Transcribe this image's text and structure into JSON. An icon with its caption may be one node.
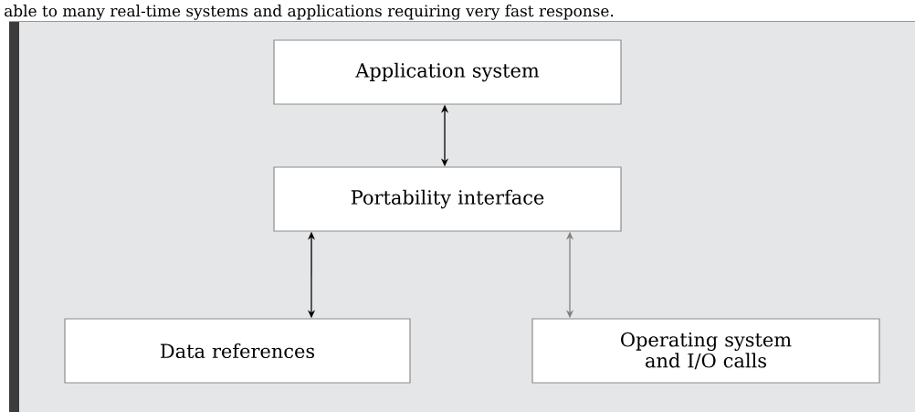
{
  "diagram": {
    "nodes": [
      {
        "text": [
          "Application system"
        ]
      },
      {
        "text": [
          "Portability interface"
        ]
      },
      {
        "text": [
          "Data references"
        ]
      },
      {
        "text": [
          "Operating system and I/O calls"
        ]
      }
    ],
    "edges": [
      {
        "from": 0,
        "to": 1,
        "arrow": "both"
      },
      {
        "from": 1,
        "to": 2,
        "arrow": "both"
      },
      {
        "from": 1,
        "to": 3,
        "arrow": "both",
        "color": "#808080"
      }
    ],
    "labels": [
      "able to many real-time systems and applications requiring very fast response."
    ]
  }
}
